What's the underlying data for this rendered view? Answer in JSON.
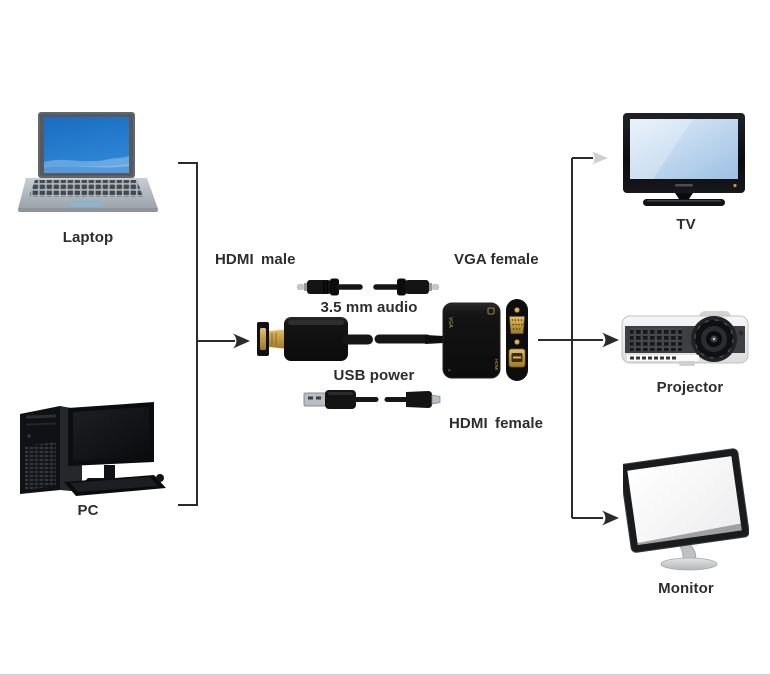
{
  "sources": [
    {
      "label": "Laptop"
    },
    {
      "label": "PC"
    }
  ],
  "outputs": [
    {
      "label": "TV"
    },
    {
      "label": "Projector"
    },
    {
      "label": "Monitor"
    }
  ],
  "adapter_labels": {
    "hdmi_male": "HDMI male",
    "vga_female": "VGA female",
    "audio": "3.5 mm audio",
    "usb_power": "USB power",
    "hdmi_female": "HDMI female"
  },
  "colors": {
    "background": "#ffffff",
    "line": "#2b2b2b",
    "text": "#2d2d2d",
    "connector_gold": "#c9a24a",
    "cable_black": "#161616",
    "laptop_screen_blue": "#2277cc",
    "tv_screen_blue": "#bcd6ee"
  }
}
